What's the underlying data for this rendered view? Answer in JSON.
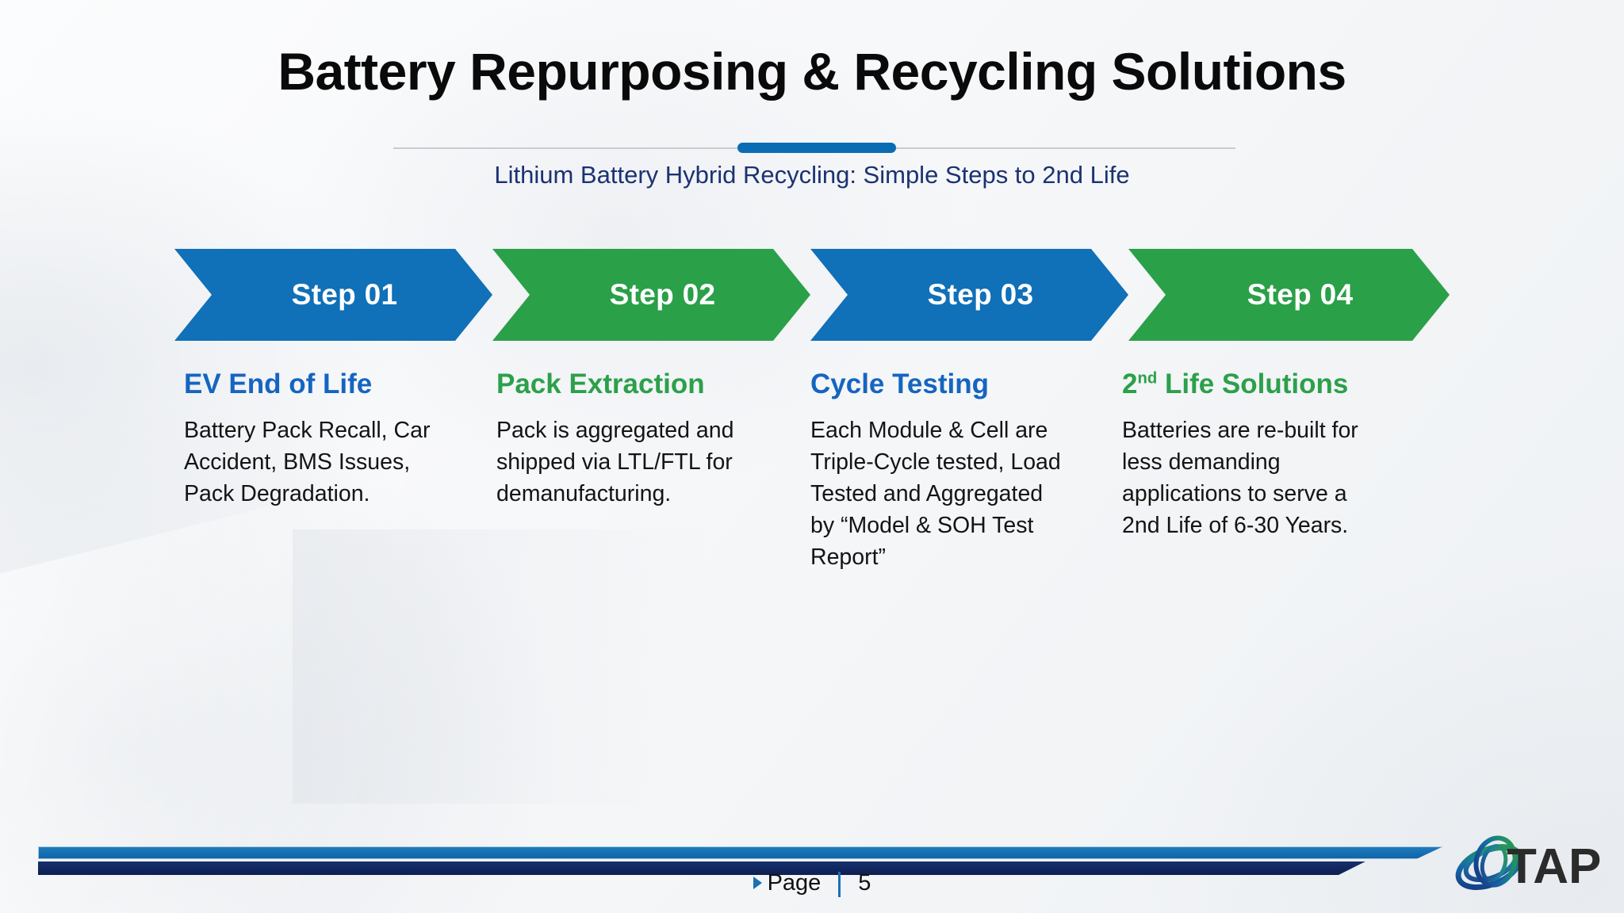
{
  "slide": {
    "title": "Battery Repurposing & Recycling Solutions",
    "subtitle": "Lithium Battery Hybrid Recycling: Simple Steps to 2nd Life",
    "accent_blue": "#1070b8",
    "accent_green": "#2aa049",
    "heading_blue": "#1565c0",
    "heading_green": "#2ca04a",
    "subtitle_color": "#1b3272",
    "background": "#f5f7f9"
  },
  "steps": [
    {
      "badge": "Step 01",
      "badge_color": "#1070b8",
      "heading": "EV End of Life",
      "heading_color": "#1565c0",
      "body": "Battery Pack Recall, Car  Accident, BMS Issues, Pack Degradation."
    },
    {
      "badge": "Step 02",
      "badge_color": "#2aa049",
      "heading": "Pack Extraction",
      "heading_color": "#2ca04a",
      "body": "Pack is aggregated and  shipped via LTL/FTL for demanufacturing."
    },
    {
      "badge": "Step 03",
      "badge_color": "#1070b8",
      "heading": "Cycle Testing",
      "heading_color": "#1565c0",
      "body": "Each Module & Cell are  Triple-Cycle tested, Load  Tested and Aggregated by “Model & SOH Test Report”"
    },
    {
      "badge": "Step 04",
      "badge_color": "#2aa049",
      "heading_prefix": "2",
      "heading_sup": "nd",
      "heading_suffix": " Life Solutions",
      "heading_color": "#2ca04a",
      "body": "Batteries are re-built for less  demanding applications to  serve a 2nd Life of 6-30 Years."
    }
  ],
  "footer": {
    "page_label": "Page",
    "page_number": "5",
    "marker_icon": "triangle-right-icon",
    "bar_light_color": "#1070b8",
    "bar_dark_color": "#17306e",
    "logo_text": "TAP",
    "logo_icon": "itap-swirl-logo"
  }
}
